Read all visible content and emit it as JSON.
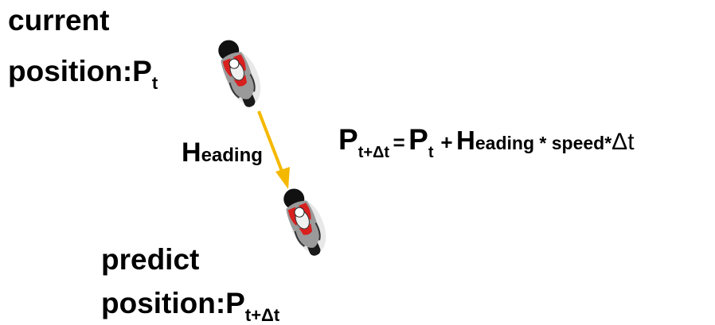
{
  "current_label": {
    "line1": "current",
    "line2_main": "position:P",
    "line2_sub": "t"
  },
  "predict_label": {
    "line1": "predict",
    "line2_main": "position:P",
    "line2_sub": "t+Δt"
  },
  "heading_label": {
    "big": "H",
    "rest": "eading"
  },
  "formula": {
    "lhs_P": "P",
    "lhs_sub": "t+Δt",
    "equals": "=",
    "rhs_P": "P",
    "rhs_sub": "t",
    "plus": "+",
    "H": "H",
    "rest": "eading * speed*",
    "delta_t": "Δt"
  },
  "colors": {
    "arrow": "#F5B800",
    "bike_body": "#D8201F",
    "bike_tire": "#111111",
    "bike_metal": "#9A9A9A"
  }
}
